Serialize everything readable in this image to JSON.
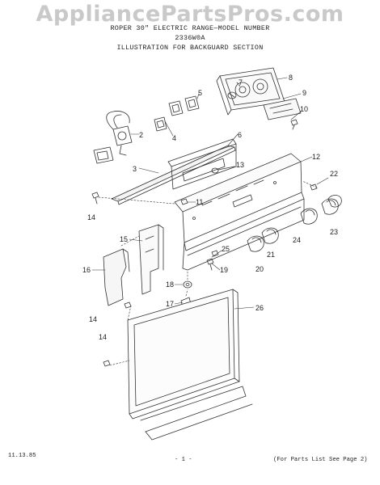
{
  "watermark": "AppliancePartsPros.com",
  "header": {
    "line1": "ROPER 30\" ELECTRIC RANGE—MODEL NUMBER",
    "line2": "2336W0A",
    "line3": "ILLUSTRATION FOR BACKGUARD SECTION"
  },
  "footer": {
    "date": "11.13.85",
    "page": "- 1 -",
    "note": "(For Parts List See Page 2)"
  },
  "callouts": [
    "2",
    "3",
    "4",
    "5",
    "6",
    "7",
    "8",
    "9",
    "10",
    "11",
    "12",
    "13",
    "14",
    "14",
    "15",
    "16",
    "17",
    "18",
    "19",
    "20",
    "21",
    "22",
    "23",
    "24",
    "25",
    "26"
  ]
}
